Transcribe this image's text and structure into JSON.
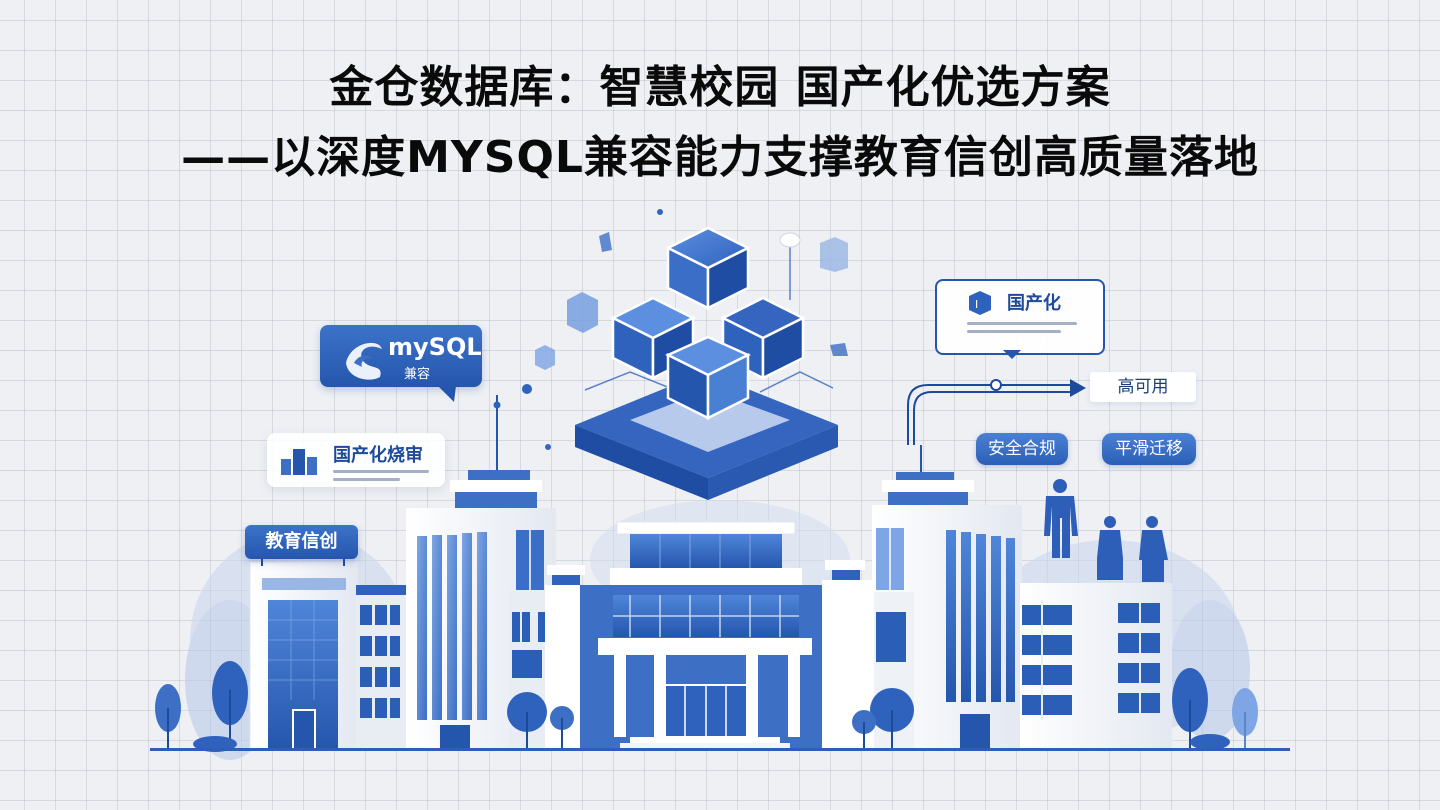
{
  "headline": {
    "line1": "金仓数据库：智慧校园 国产化优选方案",
    "line2": "——以深度MYSQL兼容能力支撑教育信创高质量落地"
  },
  "callouts": {
    "mysql_badge": {
      "logo_text": "mySQL",
      "subtitle": "兼容"
    },
    "domestic_solution_card": {
      "title": "国产化烧审"
    },
    "domestic_card_right": {
      "title": "国产化"
    },
    "high_availability": "高可用",
    "security_compliance": "安全合规",
    "smooth_migration": "平滑迁移",
    "edu_sign": "教育信创"
  },
  "icons": [
    "database-cubes-icon",
    "mysql-dolphin-icon",
    "building-chart-icon",
    "cube-icon",
    "arrow-right-icon",
    "tree-icon",
    "person-icon"
  ],
  "colors": {
    "background": "#eef0f4",
    "grid_line": "#c8ccd5",
    "primary_blue": "#2b5fb7",
    "dark_blue": "#1e4a9c",
    "light_blue": "#6f9be0",
    "title_text": "#0a0a0a",
    "white": "#ffffff"
  }
}
